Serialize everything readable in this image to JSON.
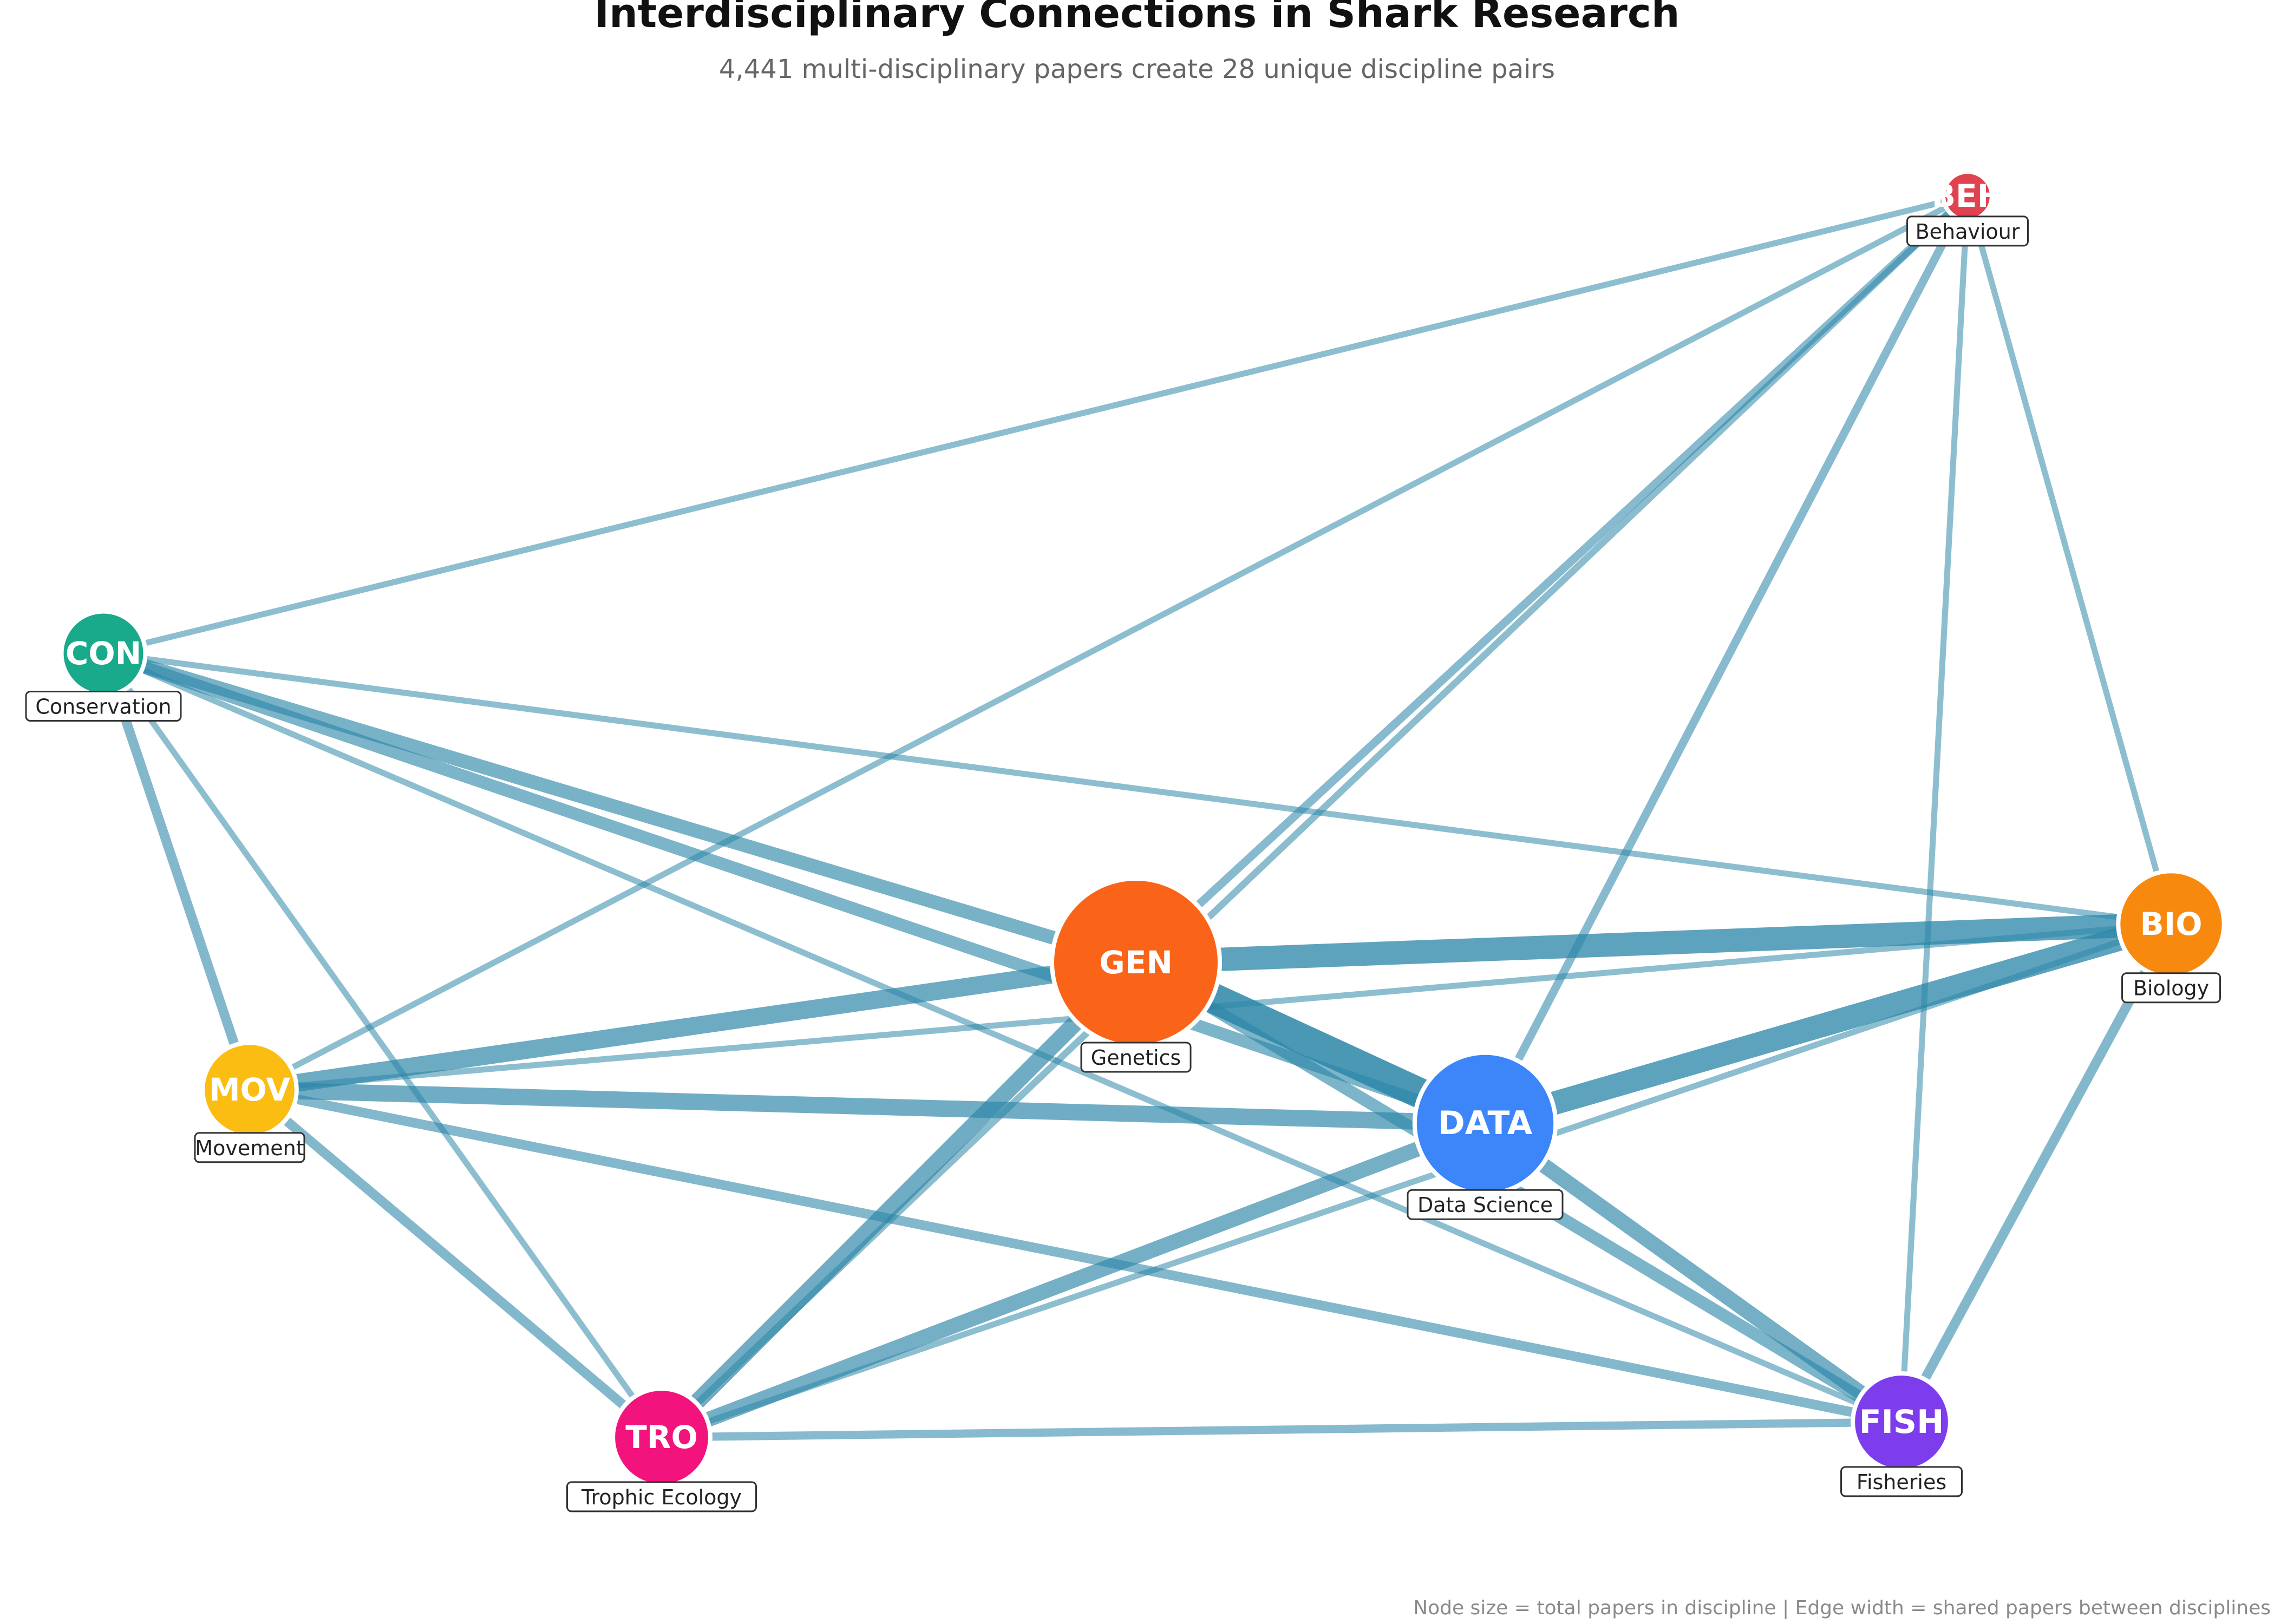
{
  "title": "Interdisciplinary Connections in Shark Research",
  "subtitle": "4,441 multi-disciplinary papers create 28 unique discipline pairs",
  "footnote": "Node size = total papers in discipline | Edge width = shared papers between disciplines",
  "colors": {
    "edge": "#2c86a8",
    "node_outline": "#ffffff",
    "label_border": "#333333"
  },
  "nodes": [
    {
      "id": "GEN",
      "name": "Genetics",
      "color": "#fa6418",
      "size": 1.0
    },
    {
      "id": "DATA",
      "name": "Data Science",
      "color": "#3d86fa",
      "size": 0.84
    },
    {
      "id": "BIO",
      "name": "Biology",
      "color": "#f8890f",
      "size": 0.63
    },
    {
      "id": "FISH",
      "name": "Fisheries",
      "color": "#7d3ded",
      "size": 0.58
    },
    {
      "id": "TRO",
      "name": "Trophic Ecology",
      "color": "#f3137d",
      "size": 0.58
    },
    {
      "id": "MOV",
      "name": "Movement",
      "color": "#fbbd12",
      "size": 0.56
    },
    {
      "id": "CON",
      "name": "Conservation",
      "color": "#18aa8a",
      "size": 0.5
    },
    {
      "id": "BEH",
      "name": "Behaviour",
      "color": "#e0434f",
      "size": 0.29
    }
  ],
  "edges": [
    {
      "source": "GEN",
      "target": "DATA",
      "weight": 1.0
    },
    {
      "source": "GEN",
      "target": "BIO",
      "weight": 0.75
    },
    {
      "source": "DATA",
      "target": "BIO",
      "weight": 0.75
    },
    {
      "source": "GEN",
      "target": "MOV",
      "weight": 0.55
    },
    {
      "source": "MOV",
      "target": "DATA",
      "weight": 0.5
    },
    {
      "source": "GEN",
      "target": "TRO",
      "weight": 0.5
    },
    {
      "source": "TRO",
      "target": "DATA",
      "weight": 0.45
    },
    {
      "source": "DATA",
      "target": "FISH",
      "weight": 0.45
    },
    {
      "source": "CON",
      "target": "GEN",
      "weight": 0.4
    },
    {
      "source": "CON",
      "target": "DATA",
      "weight": 0.35
    },
    {
      "source": "GEN",
      "target": "FISH",
      "weight": 0.35
    },
    {
      "source": "BIO",
      "target": "FISH",
      "weight": 0.25
    },
    {
      "source": "CON",
      "target": "MOV",
      "weight": 0.25
    },
    {
      "source": "MOV",
      "target": "TRO",
      "weight": 0.25
    },
    {
      "source": "MOV",
      "target": "FISH",
      "weight": 0.25
    },
    {
      "source": "DATA",
      "target": "BEH",
      "weight": 0.2
    },
    {
      "source": "GEN",
      "target": "BEH",
      "weight": 0.2
    },
    {
      "source": "TRO",
      "target": "FISH",
      "weight": 0.2
    },
    {
      "source": "CON",
      "target": "BEH",
      "weight": 0.12
    },
    {
      "source": "CON",
      "target": "BIO",
      "weight": 0.12
    },
    {
      "source": "CON",
      "target": "TRO",
      "weight": 0.12
    },
    {
      "source": "CON",
      "target": "FISH",
      "weight": 0.12
    },
    {
      "source": "MOV",
      "target": "BEH",
      "weight": 0.12
    },
    {
      "source": "MOV",
      "target": "BIO",
      "weight": 0.12
    },
    {
      "source": "TRO",
      "target": "BEH",
      "weight": 0.15
    },
    {
      "source": "TRO",
      "target": "BIO",
      "weight": 0.12
    },
    {
      "source": "BEH",
      "target": "BIO",
      "weight": 0.12
    },
    {
      "source": "BEH",
      "target": "FISH",
      "weight": 0.12
    }
  ]
}
